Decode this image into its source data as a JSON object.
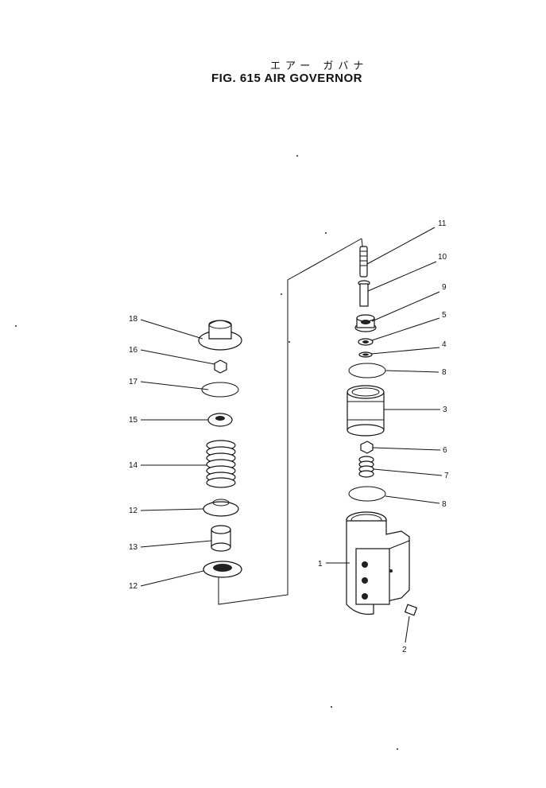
{
  "title": {
    "japanese": "エアー ガバナ",
    "main": "FIG. 615  AIR GOVERNOR"
  },
  "callouts": [
    {
      "id": "c11",
      "label": "11"
    },
    {
      "id": "c10",
      "label": "10"
    },
    {
      "id": "c9",
      "label": "9"
    },
    {
      "id": "c5",
      "label": "5"
    },
    {
      "id": "c4",
      "label": "4"
    },
    {
      "id": "c8a",
      "label": "8"
    },
    {
      "id": "c3",
      "label": "3"
    },
    {
      "id": "c6",
      "label": "6"
    },
    {
      "id": "c7",
      "label": "7"
    },
    {
      "id": "c8b",
      "label": "8"
    },
    {
      "id": "c1",
      "label": "1"
    },
    {
      "id": "c2",
      "label": "2"
    },
    {
      "id": "c18",
      "label": "18"
    },
    {
      "id": "c16",
      "label": "16"
    },
    {
      "id": "c17",
      "label": "17"
    },
    {
      "id": "c15",
      "label": "15"
    },
    {
      "id": "c14",
      "label": "14"
    },
    {
      "id": "c12a",
      "label": "12"
    },
    {
      "id": "c13",
      "label": "13"
    },
    {
      "id": "c12b",
      "label": "12"
    }
  ]
}
